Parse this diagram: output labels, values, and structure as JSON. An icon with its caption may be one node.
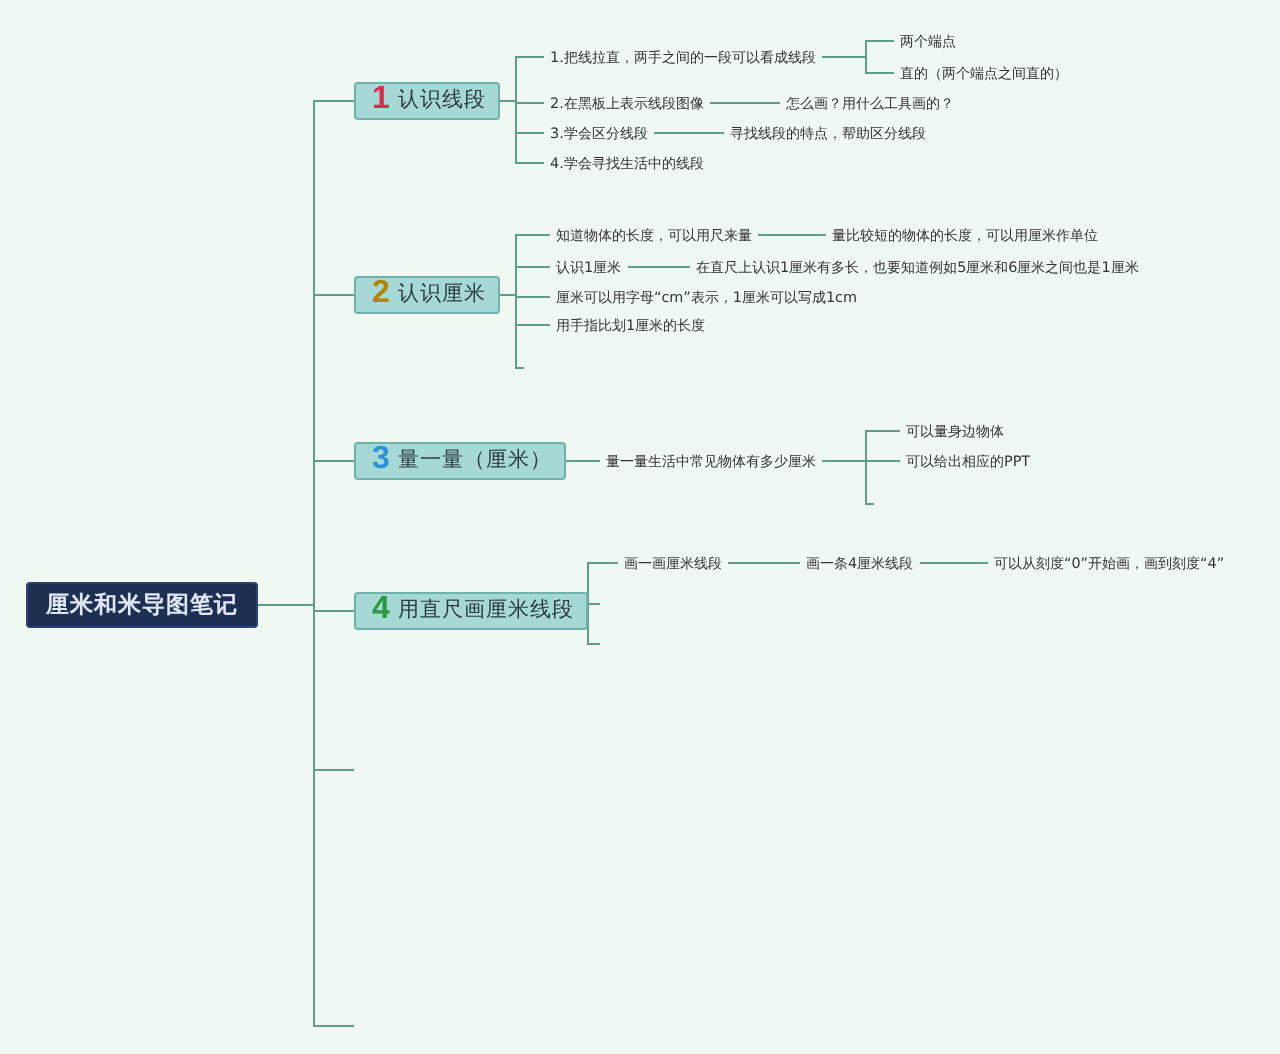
{
  "diagram": {
    "nodes": [
      {
        "text": [
          "厘米和米导图笔记"
        ]
      },
      {
        "text": [
          "1",
          "认识线段"
        ]
      },
      {
        "text": [
          "1.把线拉直，两手之间的一段可以看成线段"
        ]
      },
      {
        "text": [
          "两个端点"
        ]
      },
      {
        "text": [
          "直的（两个端点之间直的）"
        ]
      },
      {
        "text": [
          "2.在黑板上表示线段图像"
        ]
      },
      {
        "text": [
          "怎么画？用什么工具画的？"
        ]
      },
      {
        "text": [
          "3.学会区分线段"
        ]
      },
      {
        "text": [
          "寻找线段的特点，帮助区分线段"
        ]
      },
      {
        "text": [
          "4.学会寻找生活中的线段"
        ]
      },
      {
        "text": [
          "2",
          "认识厘米"
        ]
      },
      {
        "text": [
          "知道物体的长度，可以用尺来量"
        ]
      },
      {
        "text": [
          "量比较短的物体的长度，可以用厘米作单位"
        ]
      },
      {
        "text": [
          "认识1厘米"
        ]
      },
      {
        "text": [
          "在直尺上认识1厘米有多长，也要知道例如5厘米和6厘米之间也是1厘米"
        ]
      },
      {
        "text": [
          "厘米可以用字母“cm”表示，1厘米可以写成1cm"
        ]
      },
      {
        "text": [
          "用手指比划1厘米的长度"
        ]
      },
      {
        "text": [
          "3",
          "量一量（厘米）"
        ]
      },
      {
        "text": [
          "量一量生活中常见物体有多少厘米"
        ]
      },
      {
        "text": [
          "可以量身边物体"
        ]
      },
      {
        "text": [
          "可以给出相应的PPT"
        ]
      },
      {
        "text": [
          "4",
          "用直尺画厘米线段"
        ]
      },
      {
        "text": [
          "画一画厘米线段"
        ]
      },
      {
        "text": [
          "画一条4厘米线段"
        ]
      },
      {
        "text": [
          "可以从刻度“0”开始画，画到刻度“4”"
        ]
      }
    ],
    "edges": [
      {
        "from": 0,
        "to": 1,
        "arrow": "none"
      },
      {
        "from": 0,
        "to": 10,
        "arrow": "none"
      },
      {
        "from": 0,
        "to": 17,
        "arrow": "none"
      },
      {
        "from": 0,
        "to": 21,
        "arrow": "none"
      },
      {
        "from": 0,
        "to": null,
        "arrow": "none"
      },
      {
        "from": 0,
        "to": null,
        "arrow": "none"
      },
      {
        "from": 1,
        "to": 2,
        "arrow": "none"
      },
      {
        "from": 1,
        "to": 5,
        "arrow": "none"
      },
      {
        "from": 1,
        "to": 7,
        "arrow": "none"
      },
      {
        "from": 1,
        "to": 9,
        "arrow": "none"
      },
      {
        "from": 2,
        "to": 3,
        "arrow": "none"
      },
      {
        "from": 2,
        "to": 4,
        "arrow": "none"
      },
      {
        "from": 5,
        "to": 6,
        "arrow": "none"
      },
      {
        "from": 7,
        "to": 8,
        "arrow": "none"
      },
      {
        "from": 10,
        "to": 11,
        "arrow": "none"
      },
      {
        "from": 10,
        "to": 13,
        "arrow": "none"
      },
      {
        "from": 10,
        "to": 15,
        "arrow": "none"
      },
      {
        "from": 10,
        "to": 16,
        "arrow": "none"
      },
      {
        "from": 10,
        "to": null,
        "arrow": "none"
      },
      {
        "from": 11,
        "to": 12,
        "arrow": "none"
      },
      {
        "from": 13,
        "to": 14,
        "arrow": "none"
      },
      {
        "from": 17,
        "to": 18,
        "arrow": "none"
      },
      {
        "from": 18,
        "to": 19,
        "arrow": "none"
      },
      {
        "from": 18,
        "to": 20,
        "arrow": "none"
      },
      {
        "from": 18,
        "to": null,
        "arrow": "none"
      },
      {
        "from": 21,
        "to": 22,
        "arrow": "none"
      },
      {
        "from": 21,
        "to": null,
        "arrow": "none"
      },
      {
        "from": 21,
        "to": null,
        "arrow": "none"
      },
      {
        "from": 22,
        "to": 23,
        "arrow": "none"
      },
      {
        "from": 23,
        "to": 24,
        "arrow": "none"
      }
    ]
  }
}
